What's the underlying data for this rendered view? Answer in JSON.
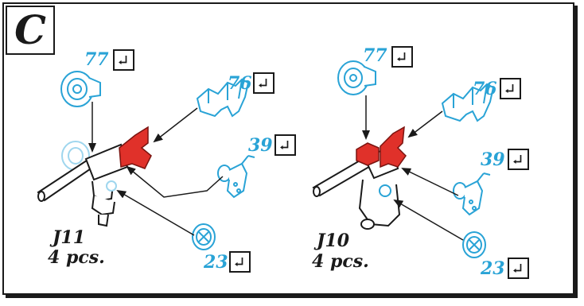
{
  "step": {
    "letter": "C"
  },
  "left_group": {
    "parts": [
      "77",
      "76",
      "39",
      "23"
    ],
    "model_label": "J11",
    "quantity": "4 pcs."
  },
  "right_group": {
    "parts": [
      "77",
      "76",
      "39",
      "23"
    ],
    "model_label": "J10",
    "quantity": "4 pcs."
  },
  "colors": {
    "part_blue": "#29a3d6",
    "part_red": "#e0312a",
    "line": "#1a1a1a"
  },
  "icons": [
    "glue-icon"
  ]
}
